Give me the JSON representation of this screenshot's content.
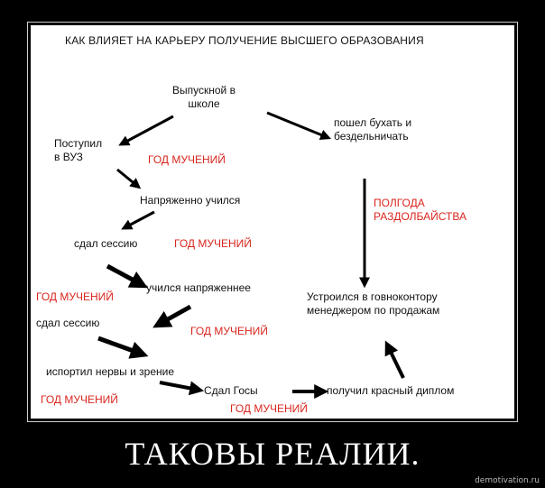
{
  "heading": "КАК ВЛИЯЕТ НА КАРЬЕРУ ПОЛУЧЕНИЕ ВЫСШЕГО ОБРАЗОВАНИЯ",
  "nodes": {
    "graduation": "Выпускной в\nшколе",
    "drink": "пошел бухать и\nбездельничать",
    "enrolled": "Поступил\nв ВУЗ",
    "studied_hard": "Напряженно учился",
    "exam1": "сдал сессию",
    "studied_harder": "учился напряженнее",
    "exam2": "сдал сессию",
    "nerves": "испортил нервы и зрение",
    "finals": "Сдал Госы",
    "diploma": "получил красный диплом",
    "office": "Устроился в говноконтору\nменеджером по продажам"
  },
  "labels": {
    "torment1": "ГОД МУЧЕНИЙ",
    "torment2": "ГОД МУЧЕНИЙ",
    "torment3": "ГОД МУЧЕНИЙ",
    "torment4": "ГОД МУЧЕНИЙ",
    "torment5": "ГОД МУЧЕНИЙ",
    "torment6": "ГОД МУЧЕНИЙ",
    "slack": "ПОЛГОДА\nРАЗДОЛБАЙСТВА"
  },
  "caption": "ТАКОВЫ РЕАЛИИ.",
  "site": "demotivation.ru",
  "colors": {
    "background": "#000000",
    "panel": "#ffffff",
    "accent": "#d8261e",
    "text": "#111111"
  }
}
